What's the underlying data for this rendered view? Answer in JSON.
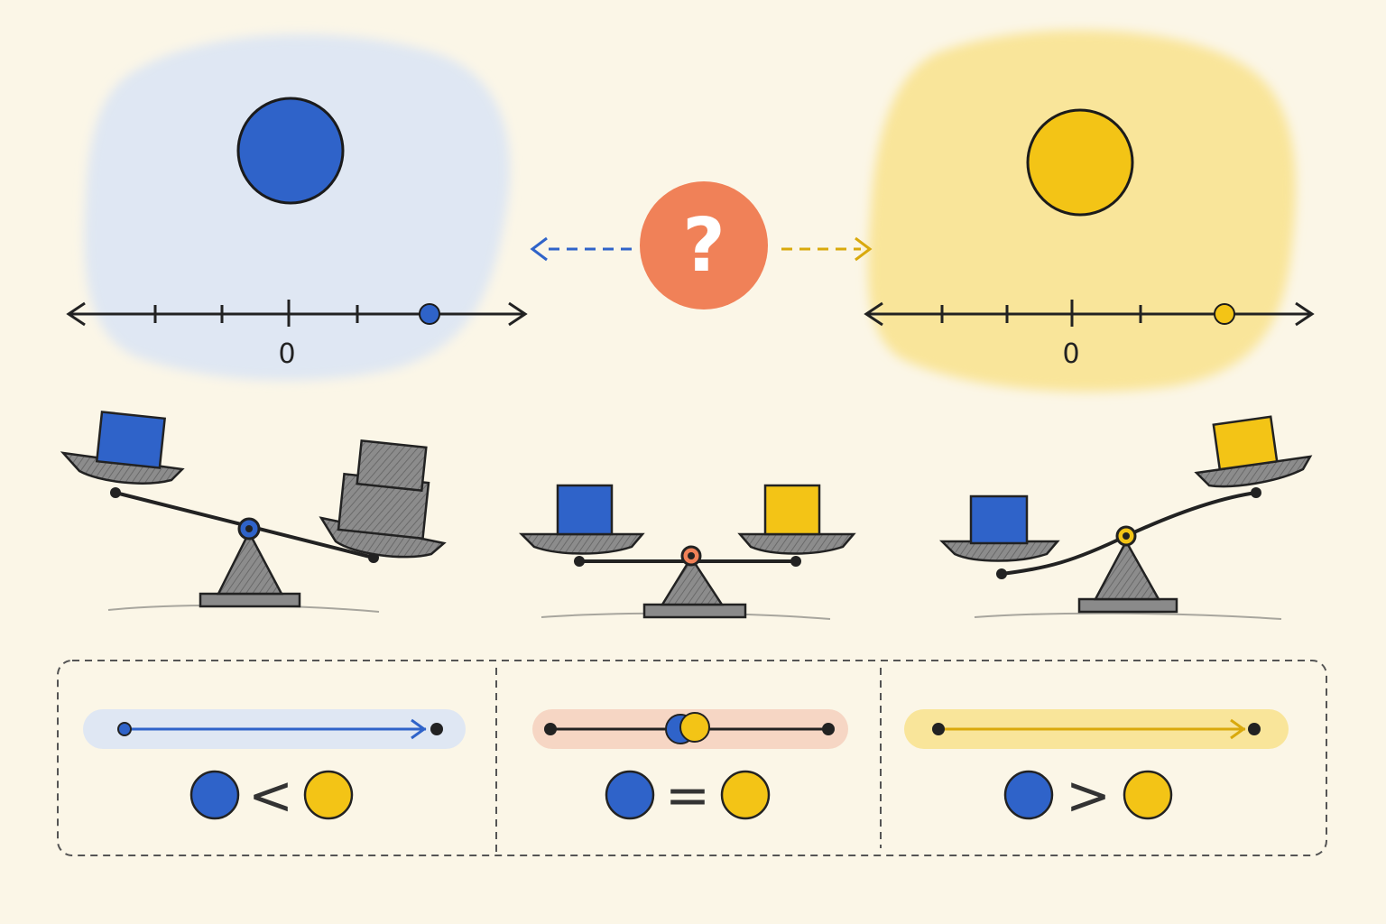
{
  "colors": {
    "background": "#fbf6e7",
    "blue": "#2f63c9",
    "blue_light": "#dfe7f3",
    "yellow": "#f3c416",
    "yellow_light": "#f9e59a",
    "orange": "#f08158",
    "orange_light": "#f6d6c4",
    "ink": "#222222",
    "metal": "#8f8f8f",
    "metal_dark": "#6d6d6d"
  },
  "question": {
    "symbol": "?"
  },
  "left_panel": {
    "zero_label": "0",
    "marker_value": 2
  },
  "right_panel": {
    "zero_label": "0",
    "marker_value": 2
  },
  "comparisons": [
    {
      "symbol": "<",
      "relation": "less-than"
    },
    {
      "symbol": "=",
      "relation": "equal"
    },
    {
      "symbol": ">",
      "relation": "greater-than"
    }
  ]
}
